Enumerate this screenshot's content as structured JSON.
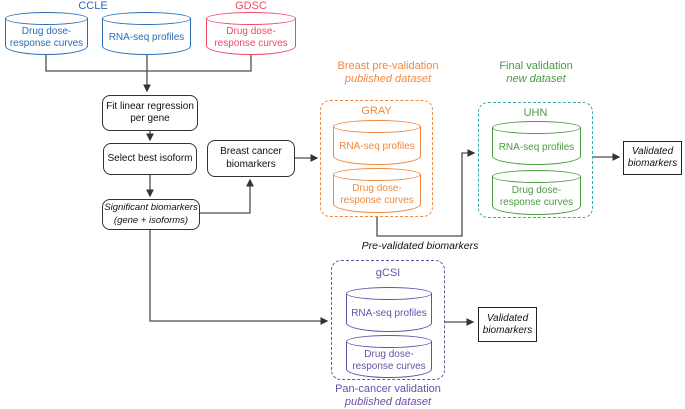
{
  "palette": {
    "ccle_blue": "#2a6db5",
    "gdsc_red": "#f04a66",
    "gray_orange": "#f0883e",
    "uhn_green": "#4a9b3f",
    "uhn_dash_teal": "#38aca6",
    "gcsi_purple": "#6851a5",
    "connector": "#4d4d4d"
  },
  "top": {
    "ccle_label": "CCLE",
    "gdsc_label": "GDSC",
    "cylinders": [
      {
        "label": "Drug dose-\nresponse curves"
      },
      {
        "label": "RNA-seq profiles"
      },
      {
        "label": "Drug dose-\nresponse curves"
      }
    ]
  },
  "process": {
    "fit_label": "Fit linear regression\nper gene",
    "select_label": "Select best isoform",
    "significant_label": "Significant biomarkers\n(gene + isoforms)",
    "breast_label": "Breast cancer\nbiomarkers"
  },
  "gray_group": {
    "title": "Breast pre-validation",
    "subtitle": "published dataset",
    "dataset_label": "GRAY",
    "cylinders": [
      {
        "label": "RNA-seq profiles"
      },
      {
        "label": "Drug dose-\nresponse curves"
      }
    ]
  },
  "uhn_group": {
    "title": "Final validation",
    "subtitle": "new dataset",
    "dataset_label": "UHN",
    "cylinders": [
      {
        "label": "RNA-seq profiles"
      },
      {
        "label": "Drug dose-\nresponse curves"
      }
    ]
  },
  "gcsi_group": {
    "title": "Pan-cancer validation",
    "subtitle": "published dataset",
    "dataset_label": "gCSI",
    "cylinders": [
      {
        "label": "RNA-seq profiles"
      },
      {
        "label": "Drug dose-\nresponse curves"
      }
    ]
  },
  "annotations": {
    "pre_validated": "Pre-validated biomarkers",
    "validated_top": "Validated\nbiomarkers",
    "validated_bottom": "Validated\nbiomarkers"
  }
}
